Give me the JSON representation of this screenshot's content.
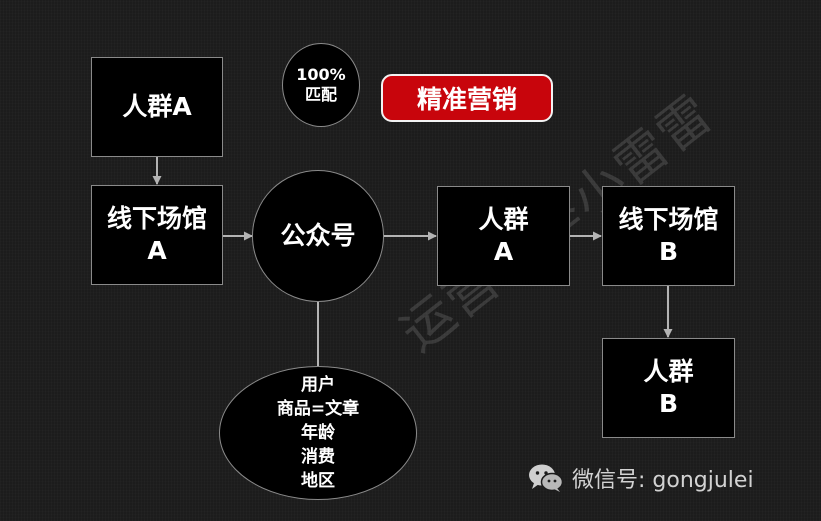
{
  "nodes": {
    "crowd_a_top": "人群A",
    "offline_venue_a_line1": "线下场馆",
    "offline_venue_a_line2": "A",
    "official_account": "公众号",
    "crowd_a_mid_line1": "人群",
    "crowd_a_mid_line2": "A",
    "offline_venue_b_line1": "线下场馆",
    "offline_venue_b_line2": "B",
    "crowd_b_line1": "人群",
    "crowd_b_line2": "B"
  },
  "match_badge": {
    "percent": "100%",
    "label": "匹配"
  },
  "precision_marketing": "精准营销",
  "user_attributes": [
    "用户",
    "商品=文章",
    "年龄",
    "消费",
    "地区"
  ],
  "watermark": "运营公举小雷雷",
  "wechat": {
    "label": "微信号: gongjulei"
  },
  "colors": {
    "background": "#1c1c1c",
    "node_fill": "#000000",
    "accent_red": "#c8050c",
    "connector": "#b4b4b4"
  }
}
